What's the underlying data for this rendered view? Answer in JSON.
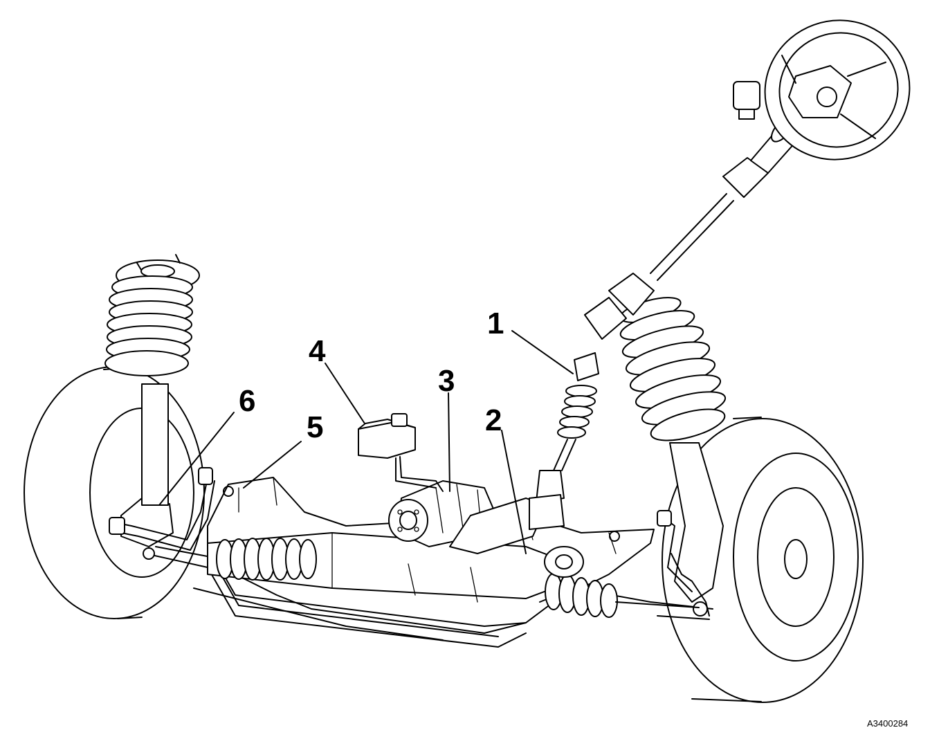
{
  "callouts": [
    {
      "label": "1"
    },
    {
      "label": "2"
    },
    {
      "label": "3"
    },
    {
      "label": "4"
    },
    {
      "label": "5"
    },
    {
      "label": "6"
    }
  ],
  "figure_ref": "A3400284"
}
